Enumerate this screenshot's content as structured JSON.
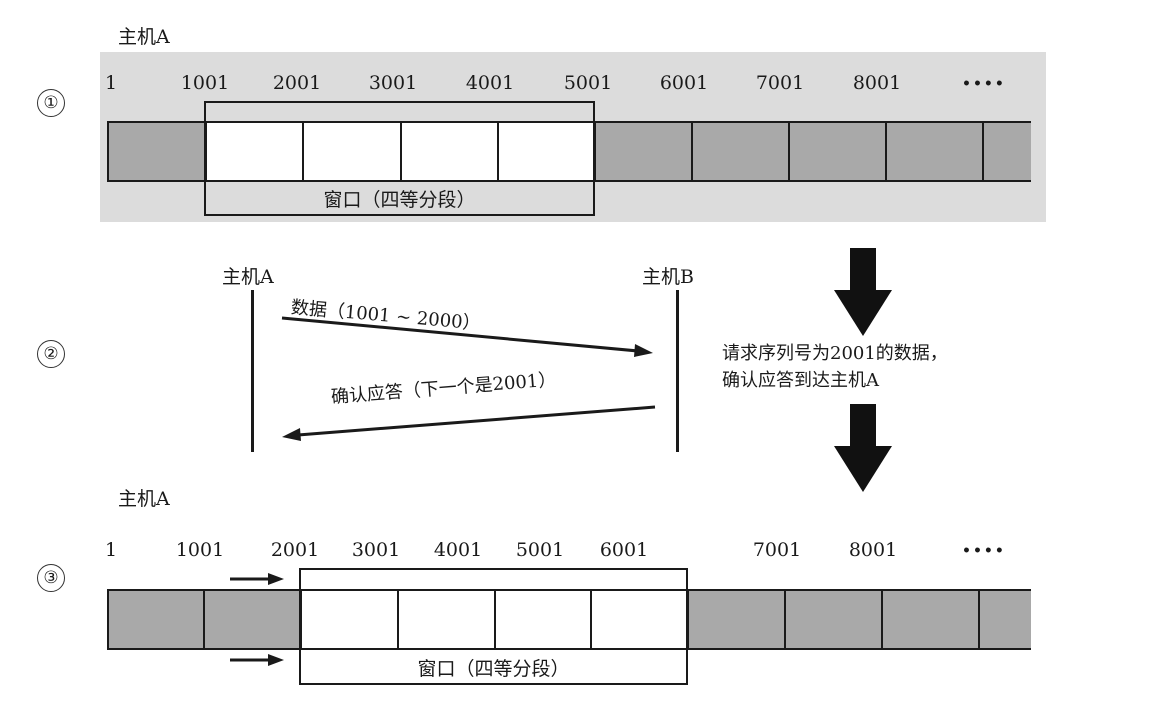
{
  "step1": {
    "number": "①",
    "host_label": "主机A",
    "ticks": [
      "1",
      "1001",
      "2001",
      "3001",
      "4001",
      "5001",
      "6001",
      "7001",
      "8001"
    ],
    "ellipsis": "••••",
    "window_label": "窗口（四等分段）"
  },
  "step2": {
    "number": "②",
    "host_a_label": "主机A",
    "host_b_label": "主机B",
    "data_message": "数据（1001 ~ 2000）",
    "ack_message": "确认应答（下一个是2001）",
    "note_line1": "请求序列号为2001的数据，",
    "note_line2": "确认应答到达主机A"
  },
  "step3": {
    "number": "③",
    "host_label": "主机A",
    "ticks": [
      "1",
      "1001",
      "2001",
      "3001",
      "4001",
      "5001",
      "6001",
      "7001",
      "8001"
    ],
    "ellipsis": "••••",
    "window_label": "窗口（四等分段）"
  },
  "colors": {
    "panel_bg": "#dcdcdc",
    "sent_segment": "#a9a9a9",
    "window_segment": "#ffffff",
    "line": "#1a1a1a"
  }
}
